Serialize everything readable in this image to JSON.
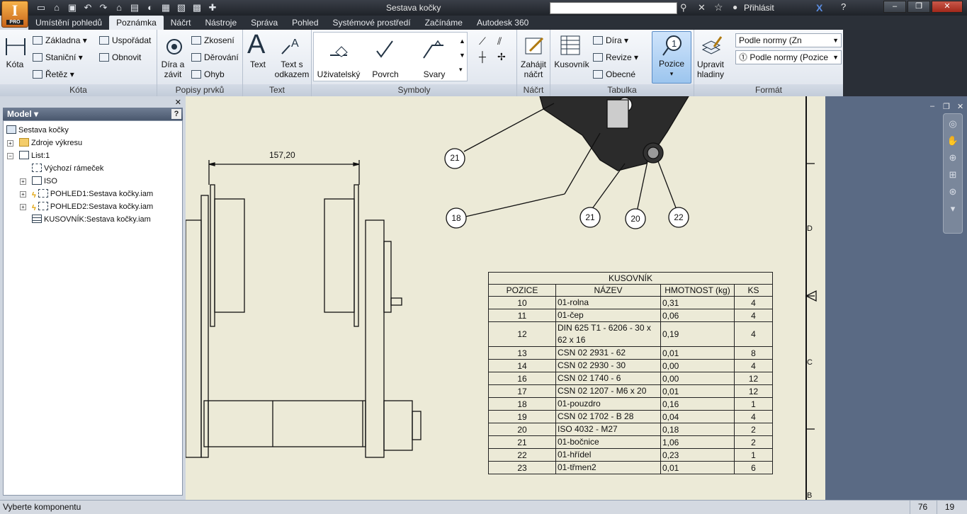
{
  "window": {
    "title": "Sestava kočky",
    "login": "Přihlásit",
    "app_badge": "I",
    "app_pro": "PRO"
  },
  "tabs": [
    "Umístění pohledů",
    "Poznámka",
    "Náčrt",
    "Nástroje",
    "Správa",
    "Pohled",
    "Systémové prostředí",
    "Začínáme",
    "Autodesk 360"
  ],
  "ribbon": {
    "kota": {
      "title": "Kóta",
      "kota_label": "Kóta",
      "zakladna": "Základna",
      "stanicni": "Staniční",
      "retez": "Řetěz",
      "usporadat": "Uspořádat",
      "obnovit": "Obnovit"
    },
    "popisy": {
      "title": "Popisy prvků",
      "dira_line1": "Díra a",
      "dira_line2": "závit",
      "zkoseni": "Zkosení",
      "derovani": "Děrování",
      "ohyb": "Ohyb"
    },
    "text": {
      "title": "Text",
      "text_label": "Text",
      "odkaz_line1": "Text s",
      "odkaz_line2": "odkazem"
    },
    "symboly": {
      "title": "Symboly",
      "uzivatelsky": "Uživatelský",
      "povrch": "Povrch",
      "svary": "Svary"
    },
    "nacrt": {
      "title": "Náčrt",
      "line1": "Zahájit",
      "line2": "náčrt"
    },
    "tabulka": {
      "title": "Tabulka",
      "kusovnik": "Kusovník",
      "dira": "Díra",
      "revize": "Revize",
      "obecne": "Obecné",
      "pozice": "Pozice"
    },
    "format": {
      "title": "Formát",
      "upravit_line1": "Upravit",
      "upravit_line2": "hladiny",
      "combo1": "Podle normy (Zn",
      "combo2": "Podle normy (Pozice"
    }
  },
  "browser": {
    "header": "Model",
    "help": "?",
    "nodes": [
      "Sestava kočky",
      "Zdroje výkresu",
      "List:1",
      "Výchozí rámeček",
      "ISO",
      "POHLED1:Sestava kočky.iam",
      "POHLED2:Sestava kočky.iam",
      "KUSOVNÍK:Sestava kočky.iam"
    ]
  },
  "drawing": {
    "dimension": "157,20",
    "balloons": [
      "21",
      "18",
      "21",
      "20",
      "22"
    ],
    "zone_letters": [
      "D",
      "C",
      "B"
    ]
  },
  "bom": {
    "title": "KUSOVNÍK",
    "headers": [
      "POZICE",
      "NÁZEV",
      "HMOTNOST (kg)",
      "KS"
    ],
    "rows": [
      [
        "10",
        "01-rolna",
        "0,31",
        "4"
      ],
      [
        "11",
        "01-čep",
        "0,06",
        "4"
      ],
      [
        "12",
        "DIN 625 T1 - 6206 - 30 x 62 x 16",
        "0,19",
        "4"
      ],
      [
        "13",
        "CSN 02 2931 - 62",
        "0,01",
        "8"
      ],
      [
        "14",
        "CSN 02 2930 - 30",
        "0,00",
        "4"
      ],
      [
        "16",
        "CSN 02 1740 - 6",
        "0,00",
        "12"
      ],
      [
        "17",
        "CSN 02 1207 - M6 x 20",
        "0,01",
        "12"
      ],
      [
        "18",
        "01-pouzdro",
        "0,16",
        "1"
      ],
      [
        "19",
        "CSN 02 1702 - B 28",
        "0,04",
        "4"
      ],
      [
        "20",
        "ISO 4032 - M27",
        "0,18",
        "2"
      ],
      [
        "21",
        "01-bočnice",
        "1,06",
        "2"
      ],
      [
        "22",
        "01-hřídel",
        "0,23",
        "1"
      ],
      [
        "23",
        "01-třmen2",
        "0,01",
        "6"
      ]
    ]
  },
  "status": {
    "message": "Vyberte komponentu",
    "num1": "76",
    "num2": "19"
  }
}
